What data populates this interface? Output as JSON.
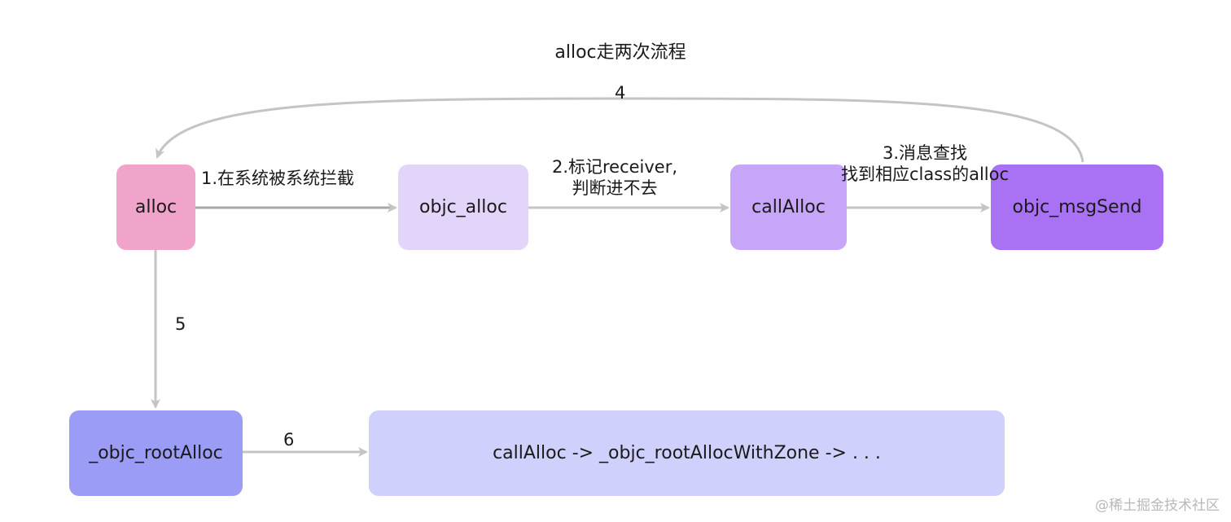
{
  "title": "alloc走两次流程",
  "nodes": {
    "alloc": "alloc",
    "objc_alloc": "objc_alloc",
    "callAlloc": "callAlloc",
    "objc_msgSend": "objc_msgSend",
    "root_alloc": "_objc_rootAlloc",
    "chain": "callAlloc -> _objc_rootAllocWithZone -> . . ."
  },
  "edge_labels": {
    "e1": "1.在系统被系统拦截",
    "e2_line1": "2.标记receiver,",
    "e2_line2": "判断进不去",
    "e3_line1": "3.消息查找",
    "e3_line2": "找到相应class的alloc",
    "e4": "4",
    "e5": "5",
    "e6": "6"
  },
  "watermark": "@稀土掘金技术社区",
  "colors": {
    "alloc": "#f1a4c9",
    "objc_alloc": "#e3d4fa",
    "callAlloc": "#c7a6fa",
    "objc_msgSend": "#a972f4",
    "root_alloc": "#9b9cf6",
    "chain": "#cfd0fb",
    "edge": "#c4c4c4"
  }
}
